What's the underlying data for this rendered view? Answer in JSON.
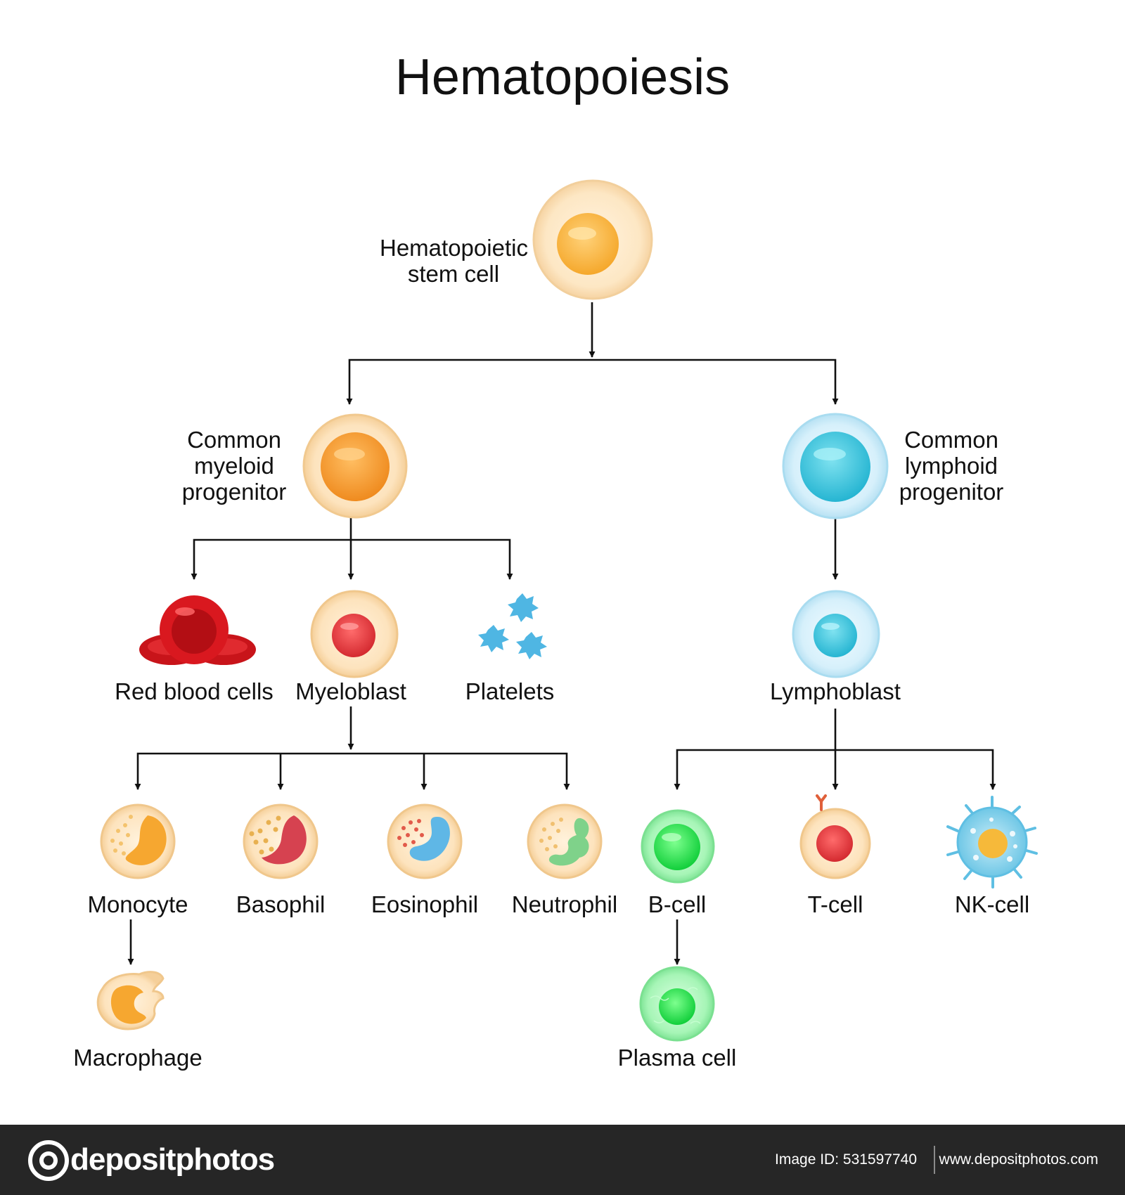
{
  "title": "Hematopoiesis",
  "cells": {
    "stem": [
      "Hematopoietic",
      "stem cell"
    ],
    "myeloid_progenitor": [
      "Common",
      "myeloid",
      "progenitor"
    ],
    "lymphoid_progenitor": [
      "Common",
      "lymphoid",
      "progenitor"
    ],
    "red_blood_cells": "Red blood cells",
    "myeloblast": "Myeloblast",
    "platelets": "Platelets",
    "lymphoblast": "Lymphoblast",
    "monocyte": "Monocyte",
    "basophil": "Basophil",
    "eosinophil": "Eosinophil",
    "neutrophil": "Neutrophil",
    "b_cell": "B-cell",
    "t_cell": "T-cell",
    "nk_cell": "NK-cell",
    "macrophage": "Macrophage",
    "plasma_cell": "Plasma cell"
  },
  "footer": {
    "brand": "depositphotos",
    "image_id": "Image ID: 531597740",
    "website": "www.depositphotos.com"
  },
  "colors": {
    "background": "#ffffff",
    "footer_background": "#262626",
    "arrow": "#111111",
    "stem_nucleus": "#f7b53a",
    "myeloid_nucleus": "#f39a2c",
    "lymphoid_nucleus": "#3fc6dc",
    "red_blood_cell": "#d9141b",
    "platelet": "#4cb3e0",
    "b_cell_nucleus": "#22d84a",
    "t_cell_nucleus": "#d63a3a"
  }
}
